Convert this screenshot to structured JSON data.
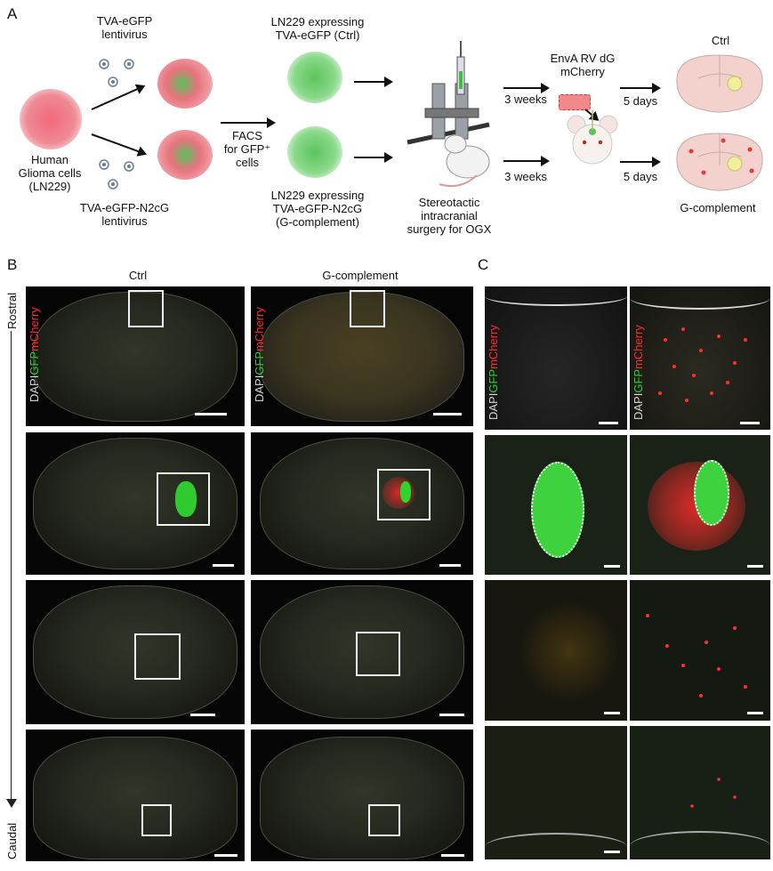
{
  "panels": {
    "a": "A",
    "b": "B",
    "c": "C"
  },
  "panel_a": {
    "cells_label": "Human\nGlioma cells\n(LN229)",
    "virus_top": "TVA-eGFP\nlentivirus",
    "virus_bottom": "TVA-eGFP-N2cG\nlentivirus",
    "facs": "FACS\nfor GFP⁺\ncells",
    "ln_ctrl": "LN229 expressing\nTVA-eGFP (Ctrl)",
    "ln_gcomp": "LN229 expressing\nTVA-eGFP-N2cG\n(G-complement)",
    "surgery": "Stereotactic\nintracranial\nsurgery for OGX",
    "weeks_top": "3 weeks",
    "weeks_bottom": "3 weeks",
    "virus_rv": "EnvA RV dG\nmCherry",
    "days_top": "5 days",
    "days_bottom": "5 days",
    "out_ctrl": "Ctrl",
    "out_gcomp": "G-complement"
  },
  "panel_b": {
    "col_ctrl": "Ctrl",
    "col_gcomp": "G-complement",
    "axis_top": "Rostral",
    "axis_bottom": "Caudal",
    "stain_dapi": "DAPI",
    "stain_gfp": "GFP",
    "stain_mcherry": "mCherry"
  },
  "panel_c": {
    "stain_dapi": "DAPI",
    "stain_gfp": "GFP",
    "stain_mcherry": "mCherry"
  },
  "colors": {
    "gfp": "#2fd42f",
    "mcherry": "#ff2a2a",
    "dapi": "#d8d8d8"
  }
}
